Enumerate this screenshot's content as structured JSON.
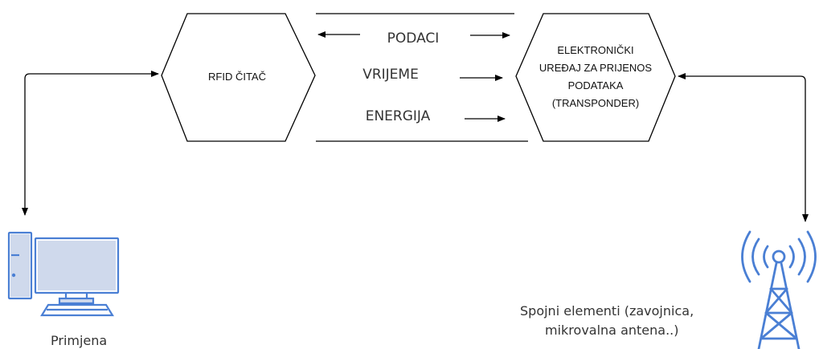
{
  "diagram": {
    "reader": {
      "label": "RFID ČITAČ"
    },
    "transponder": {
      "lines": [
        "ELEKTRONIČKI",
        "UREĐAJ ZA PRIJENOS",
        "PODATAKA",
        "(TRANSPONDER)"
      ]
    },
    "flows": [
      {
        "label": "PODACI",
        "direction": "both"
      },
      {
        "label": "VRIJEME",
        "direction": "right"
      },
      {
        "label": "ENERGIJA",
        "direction": "right"
      }
    ],
    "computer": {
      "label": "Primjena",
      "icon": "computer-icon"
    },
    "antenna": {
      "icon": "antenna-tower-icon",
      "caption_lines": [
        "Spojni elementi (zavojnica,",
        "mikrovalna antena..)"
      ]
    },
    "colors": {
      "stroke": "#000000",
      "icon_blue": "#4a7fd4",
      "text": "#333333"
    }
  }
}
